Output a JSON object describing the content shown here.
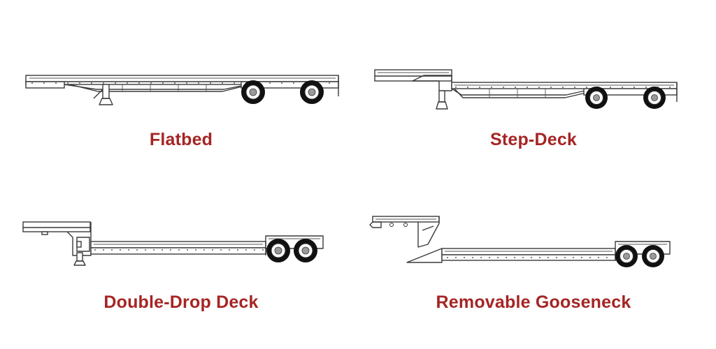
{
  "trailers": [
    {
      "name": "Flatbed"
    },
    {
      "name": "Step-Deck"
    },
    {
      "name": "Double-Drop Deck"
    },
    {
      "name": "Removable Gooseneck"
    }
  ],
  "colors": {
    "caption": "#a52524",
    "line": "#3a3a3a",
    "tire": "#111111"
  }
}
